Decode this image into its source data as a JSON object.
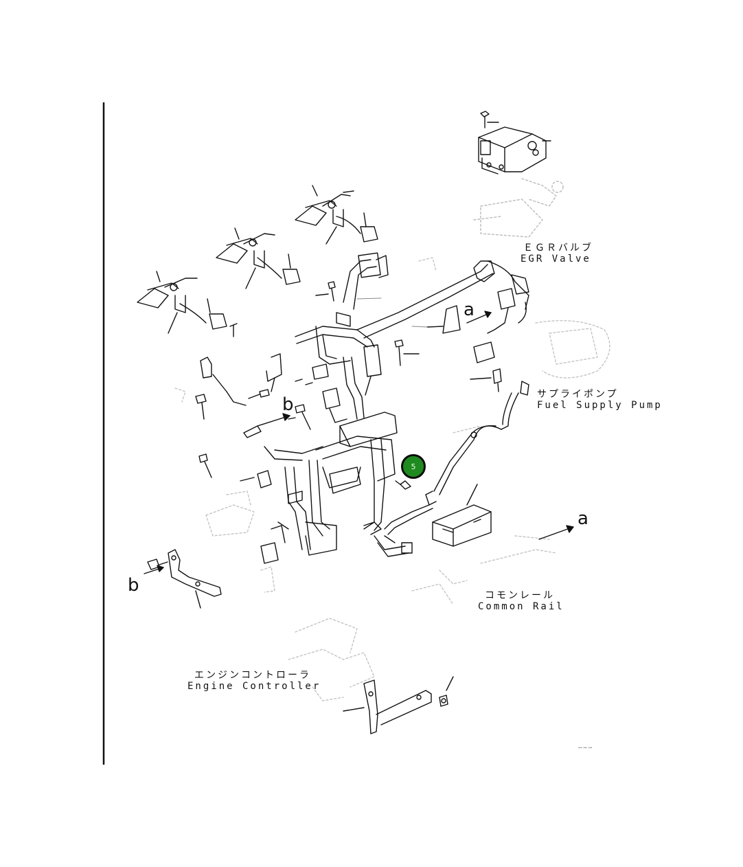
{
  "labels": {
    "egr_jp": "ＥＧＲバルブ",
    "egr_en": "EGR Valve",
    "fuel_jp": "サプライポンプ",
    "fuel_en": "Fuel Supply Pump",
    "rail_jp": "コモンレール",
    "rail_en": "Common Rail",
    "ecu_jp": "エンジンコントローラ",
    "ecu_en": "Engine Controller"
  },
  "arrow_letters": {
    "a_upper": "a",
    "a_lower": "a",
    "b_middle": "b",
    "b_lower": "b"
  },
  "marker": {
    "number": "5",
    "color": "#1f8a1f"
  },
  "doc_id": "………"
}
